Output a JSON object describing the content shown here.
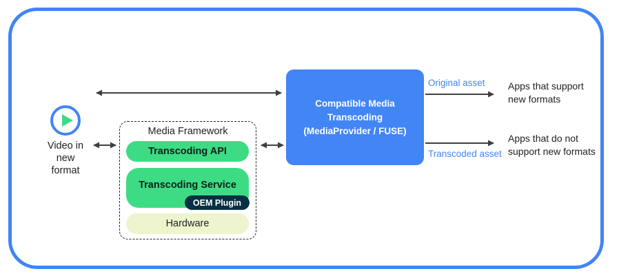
{
  "diagram": {
    "title": "Compatible Media Transcoding",
    "colors": {
      "frame_blue": "#4285F4",
      "box_blue": "#4285F4",
      "android_green": "#3DDC84",
      "hardware_green": "#EDF5CE",
      "oem_navy": "#073042",
      "arrow_gray": "#3C4043",
      "text_dark": "#202124"
    }
  },
  "source": {
    "icon": "play-circle-icon",
    "label": "Video in\nnew\nformat"
  },
  "media_framework": {
    "title": "Media Framework",
    "layers": [
      {
        "name": "transcoding-api",
        "label": "Transcoding API",
        "color": "#3DDC84"
      },
      {
        "name": "transcoding-service",
        "label": "Transcoding Service",
        "color": "#3DDC84"
      },
      {
        "name": "hardware",
        "label": "Hardware",
        "color": "#EDF5CE"
      }
    ],
    "badge": {
      "name": "oem-plugin",
      "label": "OEM Plugin",
      "color": "#073042"
    }
  },
  "central_node": {
    "label": "Compatible Media\nTranscoding\n(MediaProvider / FUSE)"
  },
  "outputs": [
    {
      "edge_label": "Original asset",
      "target_label": "Apps that support\nnew formats"
    },
    {
      "edge_label": "Transcoded asset",
      "target_label": "Apps that do not\nsupport new formats"
    }
  ],
  "connections": {
    "top_bidirectional": "video-to-transcoding-arrow",
    "video_to_framework": "video-to-framework-arrow",
    "framework_to_transcoding": "framework-to-transcoding-arrow"
  }
}
